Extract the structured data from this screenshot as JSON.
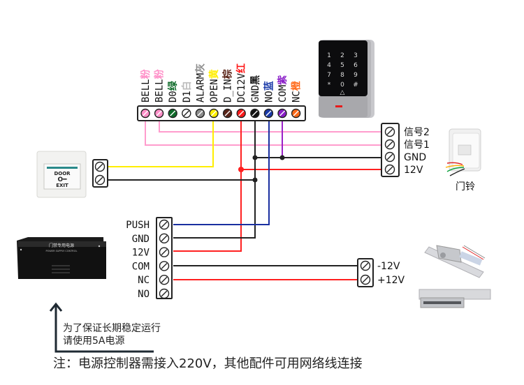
{
  "controller_terminals": [
    {
      "code": "BELL",
      "color_name": "粉",
      "color": "#ff8fc8"
    },
    {
      "code": "BELL",
      "color_name": "粉",
      "color": "#ff8fc8"
    },
    {
      "code": "D0",
      "color_name": "绿",
      "color": "#0f6b2a"
    },
    {
      "code": "D1",
      "color_name": "白",
      "color": "#ffffff"
    },
    {
      "code": "ALARM",
      "color_name": "灰",
      "color": "#8c8c8c"
    },
    {
      "code": "OPEN",
      "color_name": "黄",
      "color": "#ffee00"
    },
    {
      "code": "D_IN",
      "color_name": "棕",
      "color": "#5a2418"
    },
    {
      "code": "DC12V",
      "color_name": "红",
      "color": "#ff1a1a"
    },
    {
      "code": "GND",
      "color_name": "黑",
      "color": "#111111"
    },
    {
      "code": "NO",
      "color_name": "蓝",
      "color": "#1a3aa8"
    },
    {
      "code": "COM",
      "color_name": "紫",
      "color": "#8a1ec8"
    },
    {
      "code": "NC",
      "color_name": "橙",
      "color": "#ff6a1a"
    }
  ],
  "keypad": {
    "keys": [
      "1",
      "2",
      "3",
      "4",
      "5",
      "6",
      "7",
      "8",
      "9",
      "*",
      "0",
      "#"
    ]
  },
  "doorbell": {
    "terminals": [
      "信号2",
      "信号1",
      "GND",
      "12V"
    ],
    "caption": "门铃"
  },
  "exit_button": {
    "line1": "DOOR",
    "line2": "EXIT"
  },
  "power_supply": {
    "title": "门禁专用电源",
    "subtitle": "POWER SUPPLY CONTROL",
    "terminals": [
      "PUSH",
      "GND",
      "12V",
      "COM",
      "NC",
      "NO"
    ]
  },
  "lock": {
    "terminals": [
      "-12V",
      "+12V"
    ]
  },
  "notes": {
    "tip_line1": "为了保证长期稳定运行",
    "tip_line2": "请使用5A电源",
    "footer": "注：电源控制器需接入220V，其他配件可用网络线连接"
  },
  "wire_colors": {
    "pink": "#ff9ccd",
    "yellow": "#ffee00",
    "red": "#ff2020",
    "black": "#222222",
    "blue": "#1a2fa0",
    "purple": "#9a20c8"
  }
}
